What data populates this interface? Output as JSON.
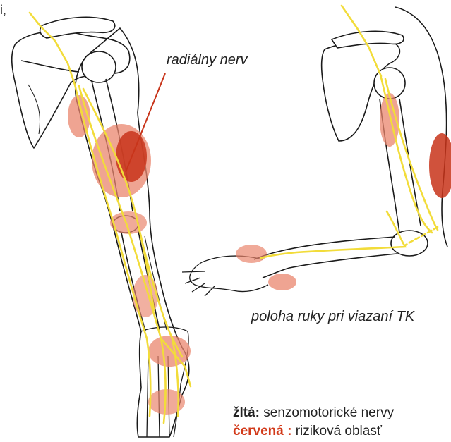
{
  "labels": {
    "radial_nerve": "radiálny nerv",
    "arm_position": "poloha ruky pri viazaní TK",
    "corner_fragment": "i,"
  },
  "legend": {
    "yellow_key": "žltá:",
    "yellow_text": "senzomotorické nervy",
    "red_key": "červená :",
    "red_text": "riziková oblasť"
  },
  "colors": {
    "nerve": "#f2dc3a",
    "risk_area": "#e9866e",
    "risk_area_dark": "#c8341a",
    "pointer_line": "#c8341a",
    "outline": "#1a1a1a",
    "legend_red": "#d23a1a"
  }
}
